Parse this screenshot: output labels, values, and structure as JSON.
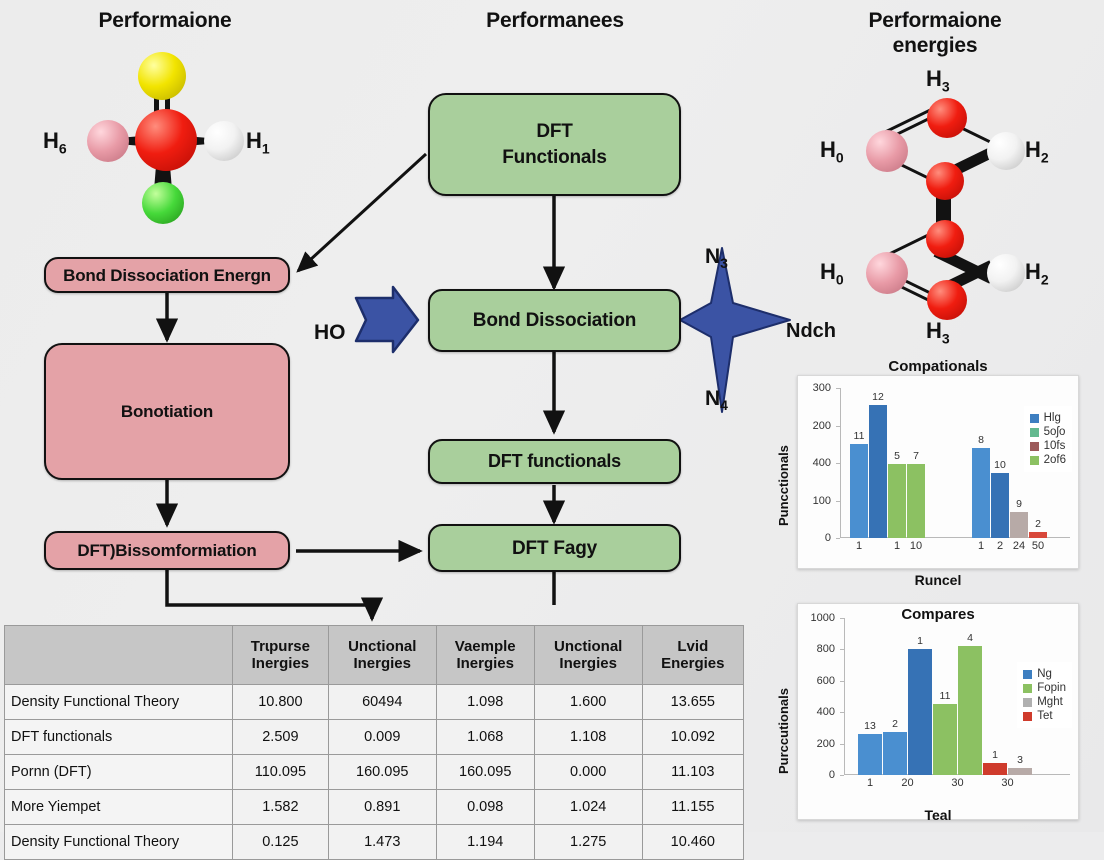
{
  "headings": {
    "left": "Performaione",
    "center": "Performanees",
    "right_line1": "Performaione",
    "right_line2": "energies"
  },
  "left_flow": {
    "box1": "Bond Dissociation Energn",
    "box2": "Bonotiation",
    "box3": "DFT)Bissomformiation"
  },
  "center_flow": {
    "box1_line1": "DFT",
    "box1_line2": "Functionals",
    "box2": "Bond Dissociation",
    "box3": "DFT functionals",
    "box4": "DFT Fagy",
    "left_arrow_label": "HO",
    "star_top_label": "N3",
    "star_bottom_label": "N4",
    "star_right_label": "Ndch"
  },
  "molecule_left": {
    "label_left": "H6",
    "label_right": "H1"
  },
  "molecule_right": {
    "top_label": "H3",
    "bottom_label": "H3",
    "left_label_upper": "H0",
    "left_label_lower": "H0",
    "right_label_upper": "H2",
    "right_label_lower": "H2"
  },
  "table": {
    "columns": [
      "",
      "Trɩpurse\nInergies",
      "Unctional\nInergies",
      "Vaemple\nInergies",
      "Unctional\nInergies",
      "Lvid\nEnergies"
    ],
    "col_lines": [
      [
        "",
        ""
      ],
      [
        "Trɩpurse",
        "Inergies"
      ],
      [
        "Unctional",
        "Inergies"
      ],
      [
        "Vaemple",
        "Inergies"
      ],
      [
        "Unctional",
        "Inergies"
      ],
      [
        "Lvid",
        "Energies"
      ]
    ],
    "rows": [
      {
        "label": "Density Functional Theory",
        "values": [
          "10.800",
          "60494",
          "1.098",
          "1.600",
          "13.655"
        ]
      },
      {
        "label": "DFT functionals",
        "values": [
          "2.509",
          "0.009",
          "1.068",
          "1.108",
          "10.092"
        ]
      },
      {
        "label": "Pornn (DFT)",
        "values": [
          "110.095",
          "160.095",
          "160.095",
          "0.000",
          "11.103"
        ]
      },
      {
        "label": "More Yiempet",
        "values": [
          "1.582",
          "0.891",
          "0.098",
          "1.024",
          "11.155"
        ]
      },
      {
        "label": "Density Functional Theory",
        "values": [
          "0.125",
          "1.473",
          "1.194",
          "1.275",
          "10.460"
        ]
      }
    ]
  },
  "chart_data": [
    {
      "type": "bar",
      "title": "Compationals",
      "ylabel": "Puncctionals",
      "xlabel": "Runcel",
      "ylim": [
        0,
        300
      ],
      "yticks": [
        "300",
        "200",
        "400",
        "100",
        "0"
      ],
      "ytick_positions": [
        300,
        225,
        150,
        75,
        0
      ],
      "xticks": [
        "1",
        "1",
        "10",
        "1",
        "2",
        "24",
        "50"
      ],
      "grid": false,
      "legend_position": "right",
      "legend": [
        {
          "label": "Hlg",
          "color": "#3e7fc1"
        },
        {
          "label": "5oʃo",
          "color": "#63b98f"
        },
        {
          "label": "10fs",
          "color": "#9c5a5a"
        },
        {
          "label": "2of6",
          "color": "#8cc162"
        }
      ],
      "bars": [
        {
          "label": "11",
          "value": 188,
          "color": "#4a8fd0",
          "group": 0
        },
        {
          "label": "12",
          "value": 266,
          "color": "#3672b5",
          "group": 0
        },
        {
          "label": "5",
          "value": 148,
          "color": "#8cc162",
          "group": 0
        },
        {
          "label": "7",
          "value": 148,
          "color": "#8cc162",
          "group": 0
        },
        {
          "label": "8",
          "value": 180,
          "color": "#4a8fd0",
          "group": 1
        },
        {
          "label": "10",
          "value": 131,
          "color": "#3672b5",
          "group": 1
        },
        {
          "label": "9",
          "value": 52,
          "color": "#b7aaa7",
          "group": 1
        },
        {
          "label": "2",
          "value": 12,
          "color": "#d8483a",
          "group": 1
        }
      ]
    },
    {
      "type": "bar",
      "title": "Compares",
      "ylabel": "Purccutionals",
      "xlabel": "Teal",
      "ylim": [
        0,
        1000
      ],
      "yticks": [
        "1000",
        "800",
        "600",
        "400",
        "200",
        "0"
      ],
      "ytick_positions": [
        1000,
        800,
        600,
        400,
        200,
        0
      ],
      "xticks": [
        "1",
        "20",
        "30",
        "30"
      ],
      "grid": false,
      "legend_position": "right",
      "legend": [
        {
          "label": "Ng",
          "color": "#3e7fc1"
        },
        {
          "label": "Fopin",
          "color": "#8cc162"
        },
        {
          "label": "Mght",
          "color": "#b0b0b0"
        },
        {
          "label": "Tet",
          "color": "#cf3b2c"
        }
      ],
      "bars": [
        {
          "label": "13",
          "value": 262,
          "color": "#4a8fd0"
        },
        {
          "label": "2",
          "value": 277,
          "color": "#4a8fd0"
        },
        {
          "label": "1",
          "value": 802,
          "color": "#3672b5"
        },
        {
          "label": "11",
          "value": 450,
          "color": "#8cc162"
        },
        {
          "label": "4",
          "value": 822,
          "color": "#8cc162"
        },
        {
          "label": "1",
          "value": 74,
          "color": "#cf3b2c"
        },
        {
          "label": "3",
          "value": 46,
          "color": "#b7aaa7"
        }
      ]
    }
  ],
  "colors": {
    "green_box": "#a9cf9c",
    "pink_box": "#e4a2a7",
    "star_blue": "#3b53a4",
    "arrow_blue": "#3b53a4",
    "background": "#ececec"
  }
}
